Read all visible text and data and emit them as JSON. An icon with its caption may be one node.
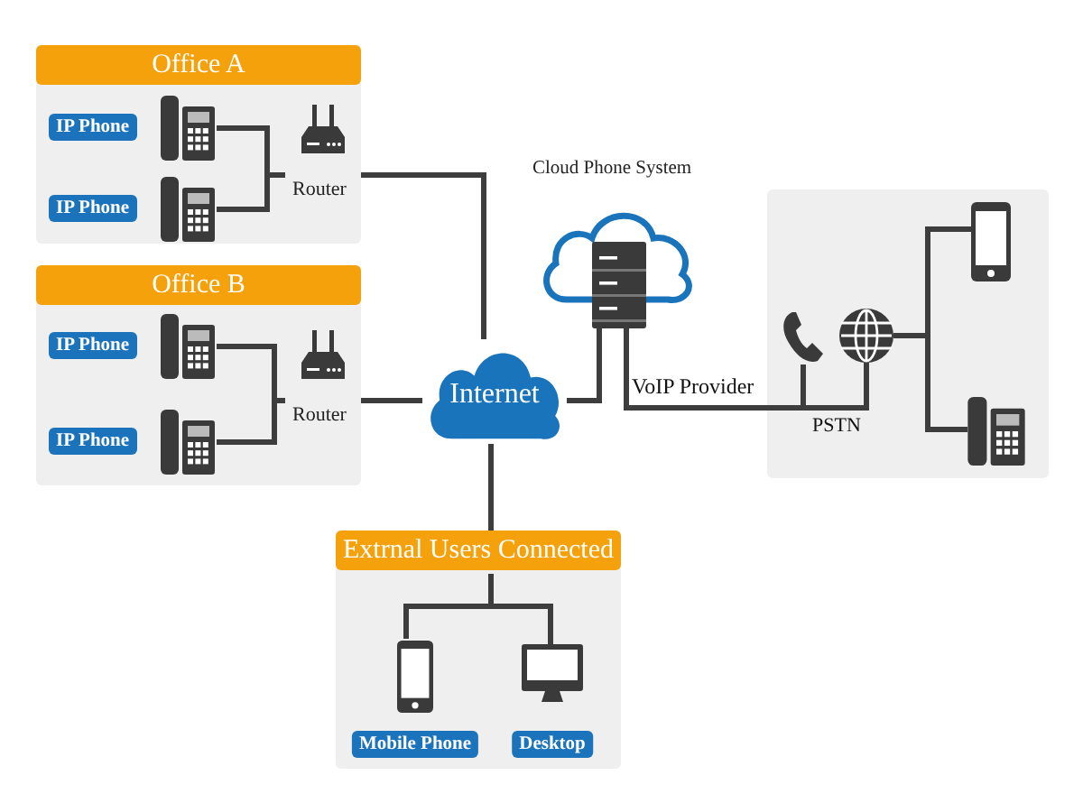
{
  "diagram": {
    "nodes": [
      {
        "text": [
          "Office A"
        ]
      },
      {
        "text": [
          "IP Phone"
        ],
        "in": 0
      },
      {
        "text": [
          "IP Phone"
        ],
        "in": 0
      },
      {
        "text": [
          "Router"
        ],
        "in": 0
      },
      {
        "text": [
          "Office B"
        ]
      },
      {
        "text": [
          "IP Phone"
        ],
        "in": 4
      },
      {
        "text": [
          "IP Phone"
        ],
        "in": 4
      },
      {
        "text": [
          "Router"
        ],
        "in": 4
      },
      {
        "text": [
          "Internet"
        ]
      },
      {
        "text": [
          "Cloud Phone System"
        ]
      },
      {
        "text": [],
        "shape": "box"
      },
      {
        "text": [],
        "shape": "handset",
        "in": 10
      },
      {
        "text": [],
        "shape": "globe",
        "in": 10
      },
      {
        "text": [],
        "shape": "smartphone",
        "in": 10
      },
      {
        "text": [],
        "shape": "telephone",
        "in": 10
      },
      {
        "text": [
          "Extrnal Users Connected"
        ]
      },
      {
        "text": [
          "Mobile Phone"
        ],
        "in": 15
      },
      {
        "text": [
          "Desktop"
        ],
        "in": 15
      }
    ],
    "edges": [
      {
        "from": 1,
        "to": 3,
        "arrow": "none"
      },
      {
        "from": 2,
        "to": 3,
        "arrow": "none"
      },
      {
        "from": 3,
        "to": 8,
        "arrow": "none"
      },
      {
        "from": 5,
        "to": 7,
        "arrow": "none"
      },
      {
        "from": 6,
        "to": 7,
        "arrow": "none"
      },
      {
        "from": 7,
        "to": 8,
        "arrow": "none"
      },
      {
        "from": 8,
        "to": 9,
        "arrow": "none"
      },
      {
        "from": 9,
        "to": 11,
        "arrow": "none",
        "label": "VoIP Provider"
      },
      {
        "from": 9,
        "to": 12,
        "arrow": "none"
      },
      {
        "from": 12,
        "to": 13,
        "arrow": "none"
      },
      {
        "from": 12,
        "to": 14,
        "arrow": "none"
      },
      {
        "from": 8,
        "to": 15,
        "arrow": "none"
      },
      {
        "from": 15,
        "to": 16,
        "arrow": "none"
      },
      {
        "from": 15,
        "to": 17,
        "arrow": "none"
      }
    ],
    "labels": [
      "PSTN"
    ]
  }
}
